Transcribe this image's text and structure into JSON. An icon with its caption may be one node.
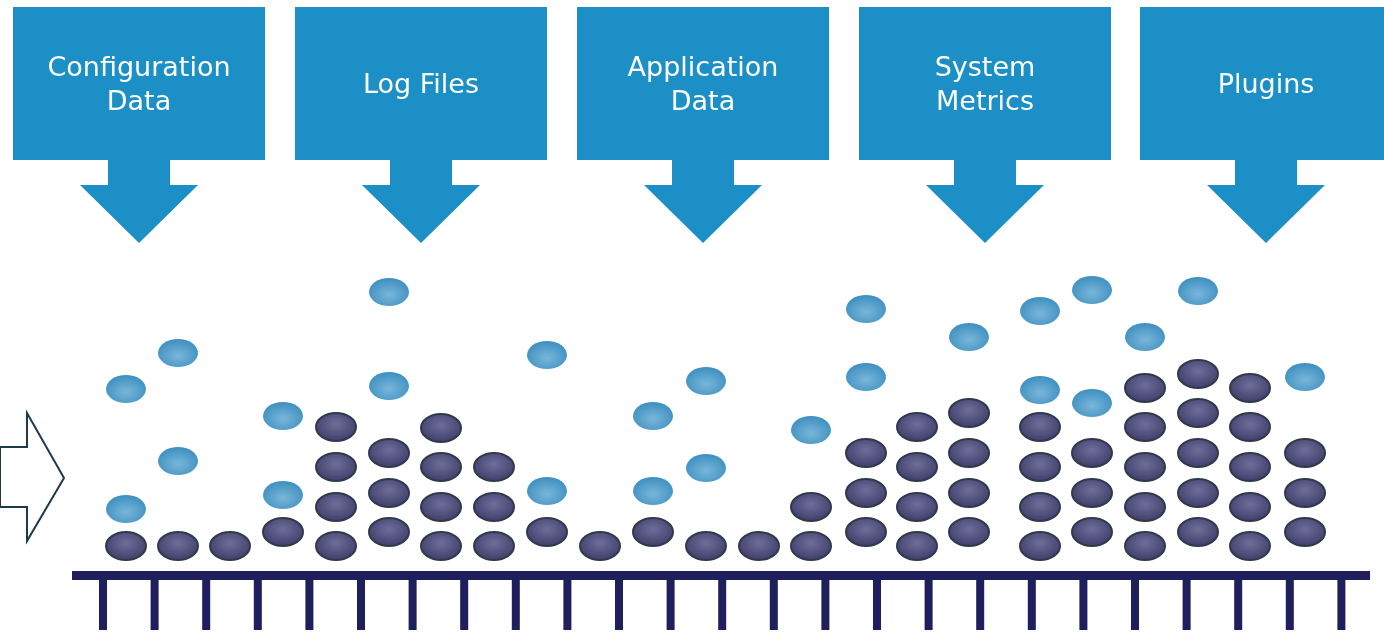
{
  "diagram": {
    "nodes": [
      {
        "text": [
          "Configuration Data"
        ]
      },
      {
        "text": [
          "Log Files"
        ]
      },
      {
        "text": [
          "Application Data"
        ]
      },
      {
        "text": [
          "System Metrics"
        ]
      },
      {
        "text": [
          "Plugins"
        ]
      }
    ]
  }
}
